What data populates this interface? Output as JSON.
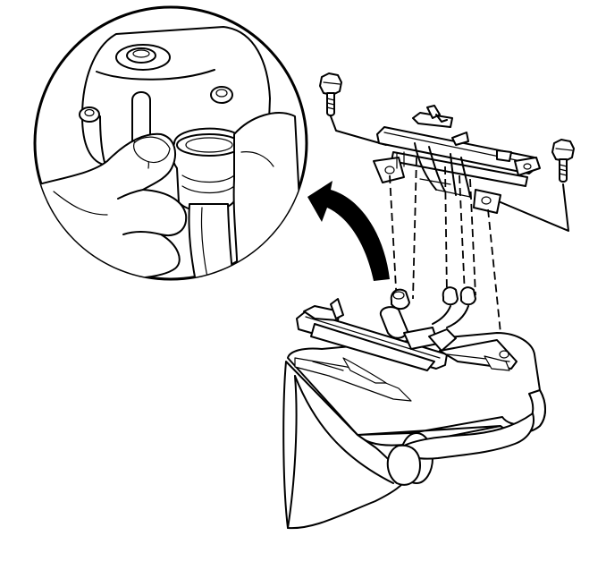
{
  "figure": {
    "kind": "service-manual-illustration",
    "labels": [],
    "parts": [
      "bolt",
      "seat-adjuster",
      "seat-cushion",
      "wiring-connector",
      "detail-view-circle",
      "direction-arrow"
    ]
  },
  "colors": {
    "line": "#000000",
    "background": "#ffffff"
  }
}
